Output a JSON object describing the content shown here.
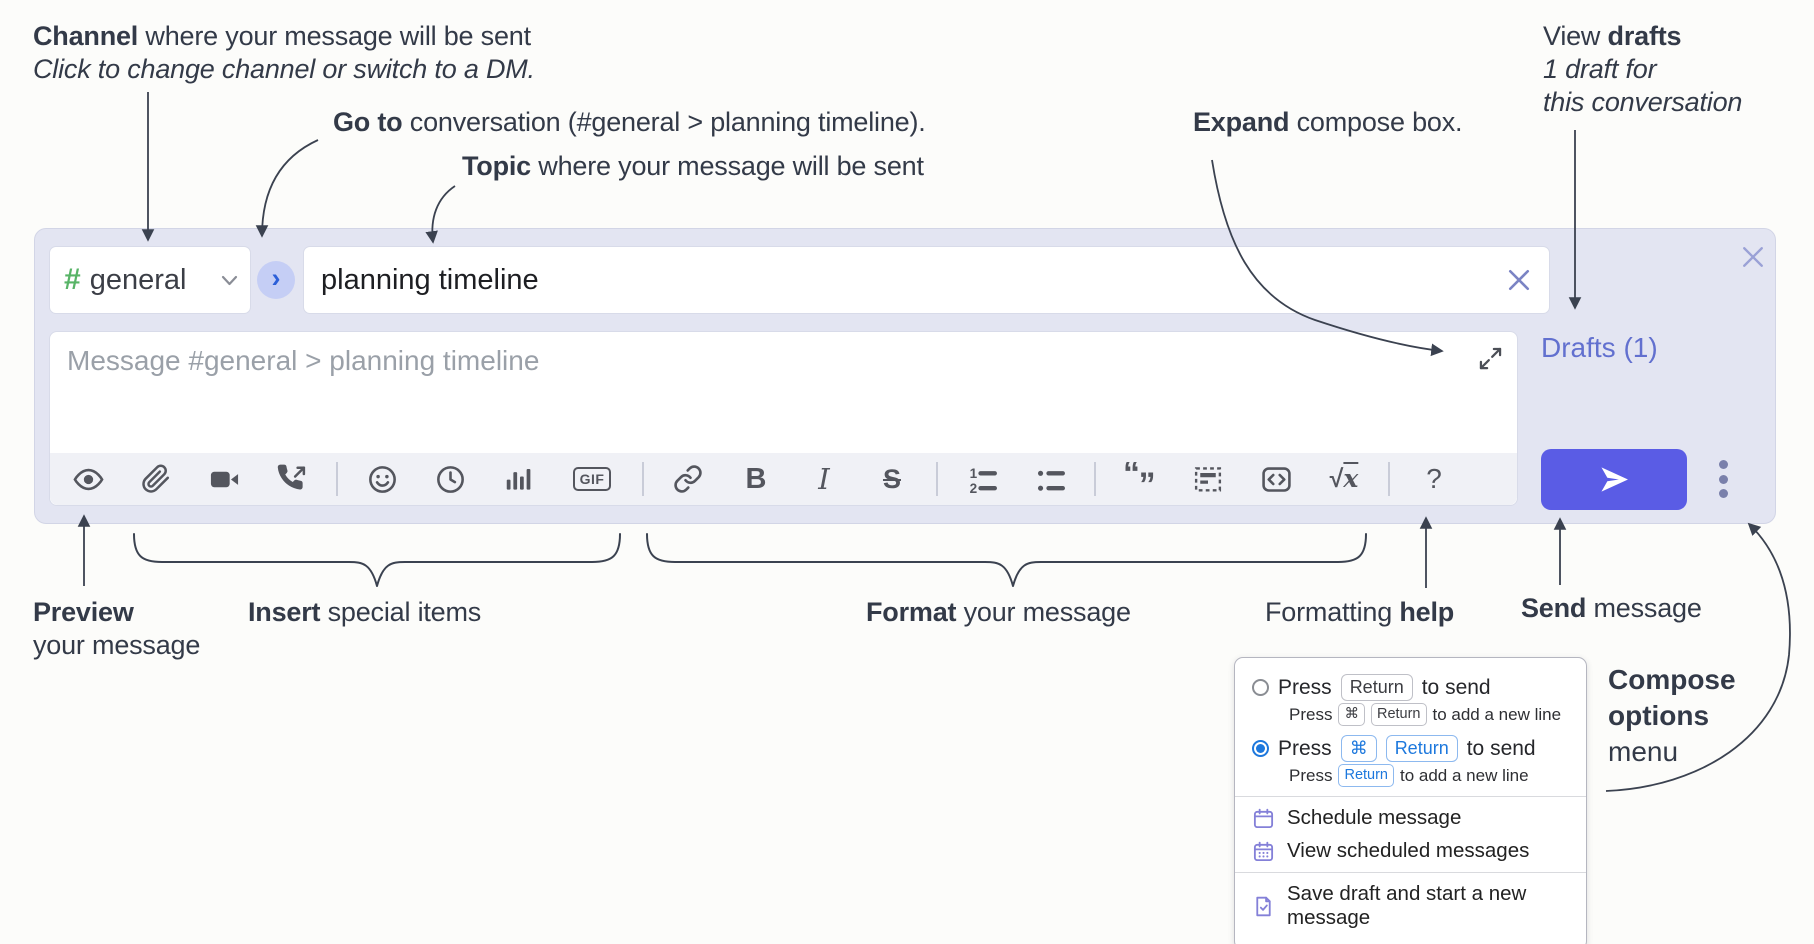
{
  "annotations": {
    "channel": {
      "bold": "Channel",
      "rest": " where your message will be sent",
      "line2": "Click to change channel or switch to a DM."
    },
    "go_to": {
      "bold": "Go to",
      "rest": " conversation (#general > planning timeline)."
    },
    "topic": {
      "bold": "Topic",
      "rest": " where your message will be sent"
    },
    "expand": {
      "bold": "Expand",
      "rest": " compose box."
    },
    "view_drafts": {
      "pre": "View ",
      "bold": "drafts",
      "line2": "1 draft for",
      "line3": "this conversation"
    },
    "preview": {
      "line1": "Preview",
      "line2": "your message"
    },
    "insert": {
      "bold": "Insert",
      "rest": " special items"
    },
    "format": {
      "bold": "Format",
      "rest": " your message"
    },
    "formatting_help": {
      "pre": "Formatting ",
      "bold": "help"
    },
    "send": {
      "bold": "Send",
      "rest": " message"
    },
    "compose_options": {
      "line1": "Compose",
      "line2": "options",
      "line3": "menu"
    }
  },
  "compose": {
    "channel_hash": "#",
    "channel_name": "general",
    "go_glyph": "›",
    "topic_value": "planning timeline",
    "message_placeholder": "Message #general > planning timeline",
    "drafts_link": "Drafts (1)"
  },
  "toolbar": {
    "gif": "GIF",
    "bold": "B",
    "italic": "I",
    "strike": "S",
    "ol1": "1",
    "ol2": "2",
    "quote_open": "“",
    "quote_close": "”",
    "radical": "√",
    "variable": "x",
    "help": "?"
  },
  "popup": {
    "opt1": {
      "pre": "Press",
      "key1": "Return",
      "post": "to send",
      "sub_pre": "Press",
      "sub_key1": "⌘",
      "sub_key2": "Return",
      "sub_post": "to add a new line"
    },
    "opt2": {
      "pre": "Press",
      "key1": "⌘",
      "key2": "Return",
      "post": "to send",
      "sub_pre": "Press",
      "sub_key1": "Return",
      "sub_post": "to add a new line"
    },
    "item1": "Schedule message",
    "item2": "View scheduled messages",
    "item3": "Save draft and start a new message"
  },
  "colors": {
    "compose_bg": "#e3e5f2",
    "send_button": "#5a5ce5",
    "drafts_link": "#6270cf",
    "radio_blue": "#1d78dd",
    "menu_icon_purple": "#8480d8",
    "hash_green": "#58b467"
  }
}
